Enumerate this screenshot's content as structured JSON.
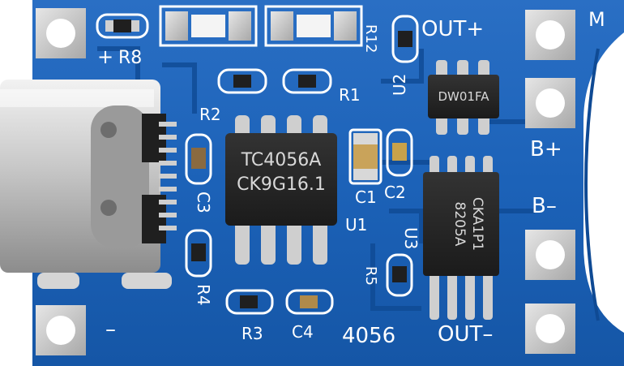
{
  "board": {
    "labels": {
      "out_plus": "OUT+",
      "out_minus": "OUT–",
      "b_plus": "B+",
      "b_minus": "B–",
      "m": "M",
      "plus": "+",
      "minus": "–",
      "model": "4056",
      "r8": "R8",
      "r1": "R1",
      "r2": "R2",
      "r3": "R3",
      "r4": "R4",
      "r5": "R5",
      "c1": "C1",
      "c2": "C2",
      "c3": "C3",
      "c4": "C4",
      "u1": "U1",
      "u2": "U2",
      "u3": "U3",
      "r12": "R12"
    },
    "chips": {
      "u1_line1": "TC4056A",
      "u1_line2": "CK9G16.1",
      "u2_mark": "DW01FA",
      "u3_line1": "8205A",
      "u3_line2": "CKA1P1"
    },
    "colors": {
      "pcb": "#1a5fb4",
      "pcb_dark": "#0f4a94",
      "pad_silver": "#c9c9c9",
      "silkscreen": "#ffffff",
      "chip_black": "#262626",
      "led": "#f4f4f4"
    }
  }
}
